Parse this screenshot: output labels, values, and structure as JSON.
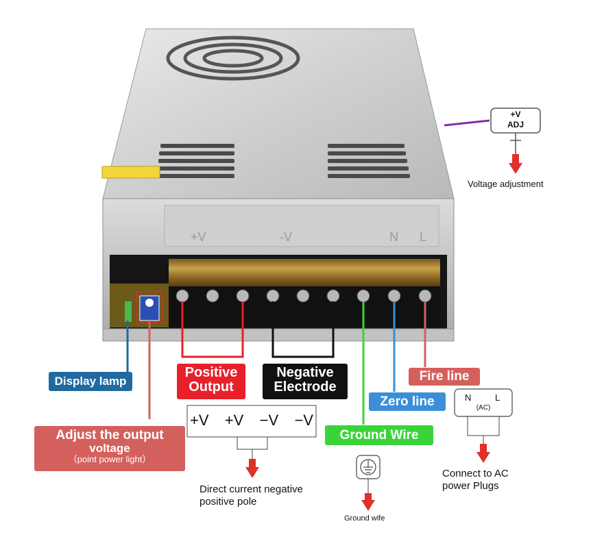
{
  "adj_box": {
    "line1": "+V",
    "line2": "ADJ"
  },
  "voltage_adjustment": "Voltage adjustment",
  "display_lamp": "Display lamp",
  "positive_output": {
    "line1": "Positive",
    "line2": "Output"
  },
  "negative_electrode": {
    "line1": "Negative",
    "line2": "Electrode"
  },
  "fire_line": "Fire line",
  "zero_line": "Zero line",
  "ground_wire": "Ground Wire",
  "adjust_output": {
    "line1": "Adjust the output",
    "line2": "voltage",
    "line3": "（point power light）"
  },
  "dc_terminals": [
    "+V",
    "+V",
    "−V",
    "−V"
  ],
  "dc_caption": {
    "line1": "Direct current negative",
    "line2": "positive pole"
  },
  "ground_caption": "Ground wife",
  "ac_box": {
    "n": "N",
    "l": "L",
    "ac": "(AC)"
  },
  "ac_caption": {
    "line1": "Connect to AC",
    "line2": "power Plugs"
  },
  "device_marks": {
    "v_plus": "+V",
    "v_minus": "-V",
    "n": "N",
    "l": "L"
  },
  "colors": {
    "positive": "#e8202a",
    "negative": "#111111",
    "display_lamp": "#1f6aa0",
    "fire_line": "#d4605d",
    "zero_line": "#3a8fd8",
    "ground_wire": "#3ad43a",
    "adjust_output": "#d4605d",
    "arrow": "#e0302a",
    "adj_line": "#8a2aa8"
  }
}
